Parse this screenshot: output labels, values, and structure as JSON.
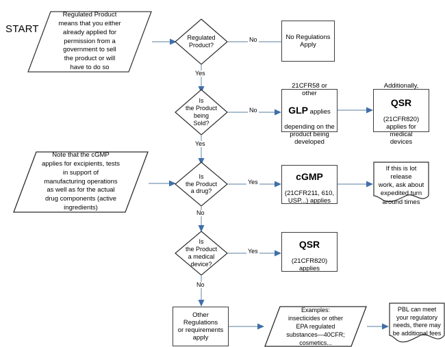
{
  "title": "Regulated Product Regulatory Decision Flowchart",
  "labels": {
    "start": "START"
  },
  "nodes": {
    "note_regulated_product": {
      "shape": "parallelogram",
      "text": "Regulated Product\nmeans that you either\nalready applied for\npermission from a\ngovernment to sell\nthe product or will\nhave to do so"
    },
    "decision_regulated_product": {
      "shape": "diamond",
      "text": "Regulated\nProduct?"
    },
    "no_regulations": {
      "shape": "rectangle",
      "text": "No Regulations\nApply"
    },
    "decision_being_sold": {
      "shape": "diamond",
      "text": "Is\nthe Product\nbeing\nSold?"
    },
    "glp_box": {
      "shape": "rectangle",
      "line1": "21CFR58 or other",
      "emphasis": "GLP",
      "after_emphasis": " applies",
      "rest": "depending on the\nproduct being\ndeveloped"
    },
    "qsr_additional_box": {
      "shape": "rectangle",
      "line1": "Additionally,",
      "emphasis": "QSR",
      "rest": "(21CFR820)\napplies for medical\ndevices"
    },
    "note_cgmp": {
      "shape": "parallelogram",
      "text": "Note that the cGMP\napplies for excipients, tests\nin support of\nmanufacturing operations\nas well as for the actual\ndrug components (active\ningredients)"
    },
    "decision_is_drug": {
      "shape": "diamond",
      "text": "Is\nthe Product\na drug?"
    },
    "cgmp_box": {
      "shape": "rectangle",
      "emphasis": "cGMP",
      "rest": "(21CFR211, 610,\nUSP...) applies"
    },
    "doc_lot_release": {
      "shape": "document",
      "text": "If this is lot release\nwork, ask about\nexpedited turn\naround times"
    },
    "decision_medical_device": {
      "shape": "diamond",
      "text": "Is\nthe Product\na medical\ndevice?"
    },
    "qsr_box": {
      "shape": "rectangle",
      "emphasis": "QSR",
      "rest": "(21CFR820)\napplies"
    },
    "other_regulations": {
      "shape": "rectangle",
      "text": "Other Regulations\nor requirements\napply"
    },
    "examples_para": {
      "shape": "parallelogram",
      "text": "Examples:\ninsecticides or other\nEPA regulated\nsubstances—40CFR;\ncosmetics..."
    },
    "doc_pbl": {
      "shape": "document",
      "text": "PBL can meet\nyour regulatory\nneeds, there may\nbe additional fees"
    }
  },
  "edges": {
    "note_to_d1": "",
    "d1_no": "No",
    "d1_yes": "Yes",
    "d2_no": "No",
    "d2_yes": "Yes",
    "glp_to_qsr": "",
    "note2_to_d3": "",
    "d3_yes": "Yes",
    "d3_no": "No",
    "cgmp_to_doc": "",
    "d4_yes": "Yes",
    "d4_no": "No",
    "other_to_examples": "",
    "examples_to_pbl": ""
  },
  "colors": {
    "line": "#8fa8c0",
    "arrow": "#3f6fa8",
    "shape_border": "#3b3b3b",
    "shape_fill": "#ffffff",
    "text": "#000000"
  }
}
